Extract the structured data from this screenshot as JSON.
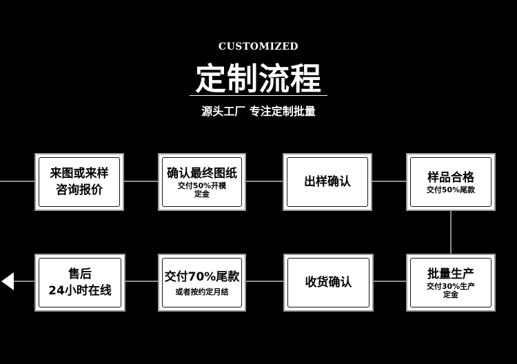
{
  "header": {
    "subtitle_en": "CUSTOMIZED",
    "title": "定制流程",
    "tagline": "源头工厂 专注定制批量"
  },
  "steps": [
    {
      "main": [
        "来图或来样",
        "咨询报价"
      ],
      "sub": []
    },
    {
      "main": [
        "确认最终图纸"
      ],
      "sub": [
        "交付50%开模",
        "定金"
      ]
    },
    {
      "main": [
        "出样确认"
      ],
      "sub": []
    },
    {
      "main": [
        "样品合格"
      ],
      "sub": [
        "交付50%尾款"
      ]
    },
    {
      "main": [
        "批量生产"
      ],
      "sub": [
        "交付30%生产",
        "定金"
      ]
    },
    {
      "main": [
        "收货确认"
      ],
      "sub": []
    },
    {
      "main": [
        "交付70%尾款"
      ],
      "sub": [
        "或者按约定月结"
      ]
    },
    {
      "main": [
        "售后",
        "24小时在线"
      ],
      "sub": []
    }
  ],
  "colors": {
    "background": "#000000",
    "line": "#bbbbbb",
    "box": "#ffffff"
  }
}
